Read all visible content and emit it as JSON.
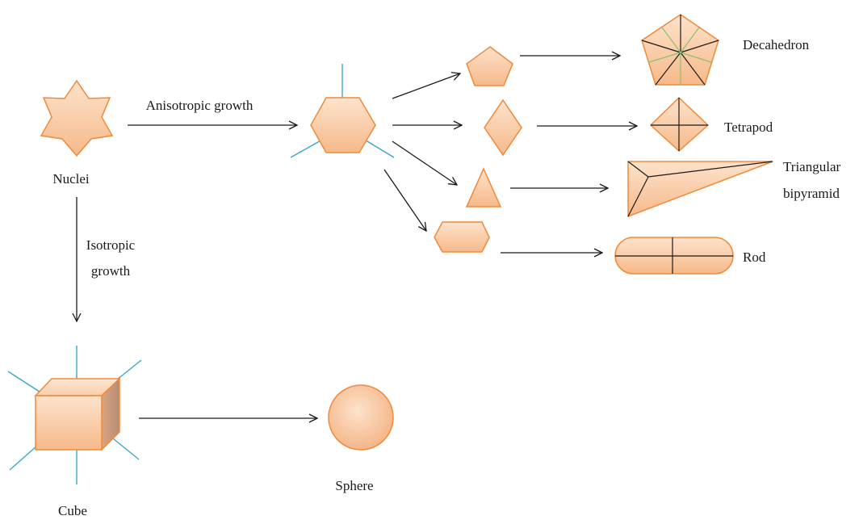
{
  "labels": {
    "nuclei": "Nuclei",
    "anisotropic": "Anisotropic growth",
    "isotropic_line1": "Isotropic",
    "isotropic_line2": "growth",
    "cube": "Cube",
    "sphere": "Sphere",
    "decahedron": "Decahedron",
    "tetrapod": "Tetrapod",
    "triangular_line1": "Triangular",
    "triangular_line2": "bipyramid",
    "rod": "Rod"
  },
  "colors": {
    "fill_light": "#fde3cc",
    "fill_dark": "#f6b98a",
    "stroke": "#f08a3a",
    "arrow": "#1a1a1a",
    "spike": "#3aa8c8",
    "facet_green": "#8cc06a"
  }
}
